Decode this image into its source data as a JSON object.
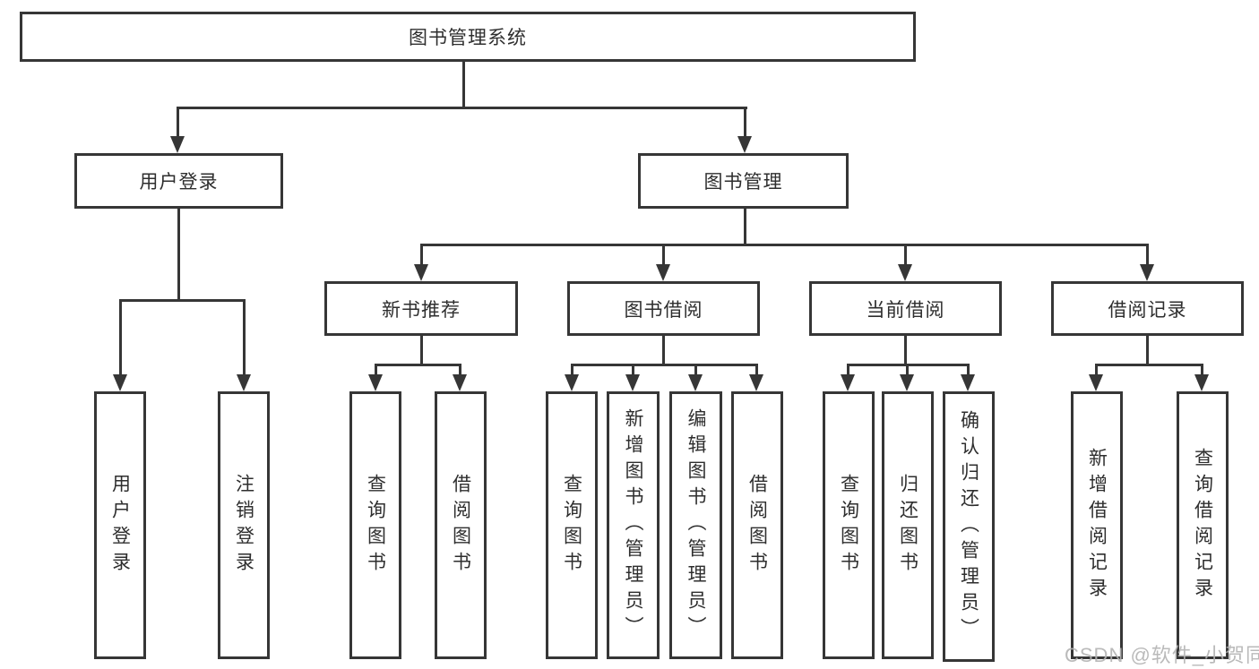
{
  "colors": {
    "line": "#363636",
    "box_border": "#363636",
    "text": "#2e2e2e",
    "background": "#ffffff",
    "watermark": "#b3b3b3"
  },
  "tree": {
    "label": "图书管理系统",
    "children": [
      {
        "label": "用户登录",
        "children": [
          {
            "label": "用户登录"
          },
          {
            "label": "注销登录"
          }
        ]
      },
      {
        "label": "图书管理",
        "children": [
          {
            "label": "新书推荐",
            "children": [
              {
                "label": "查询图书"
              },
              {
                "label": "借阅图书"
              }
            ]
          },
          {
            "label": "图书借阅",
            "children": [
              {
                "label": "查询图书"
              },
              {
                "label": "新增图书（管理员）"
              },
              {
                "label": "编辑图书（管理员）"
              },
              {
                "label": "借阅图书"
              }
            ]
          },
          {
            "label": "当前借阅",
            "children": [
              {
                "label": "查询图书"
              },
              {
                "label": "归还图书"
              },
              {
                "label": "确认归还（管理员）"
              }
            ]
          },
          {
            "label": "借阅记录",
            "children": [
              {
                "label": "新增借阅记录"
              },
              {
                "label": "查询借阅记录"
              }
            ]
          }
        ]
      }
    ]
  },
  "watermark": "CSDN @软件_小贺同学"
}
